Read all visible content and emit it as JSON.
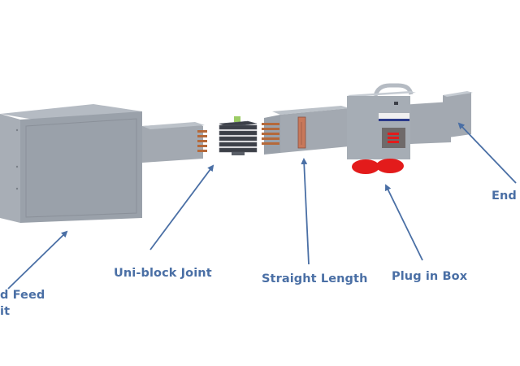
{
  "diagram": {
    "title": "Busbar trunking system components",
    "accent_color": "#4a6fa5",
    "components": [
      {
        "id": "end-feed-unit",
        "label_line1": "d Feed",
        "label_line2": "it",
        "full_name": "End Feed Unit"
      },
      {
        "id": "uni-block-joint",
        "label": "Uni-block Joint"
      },
      {
        "id": "straight-length",
        "label": "Straight Length"
      },
      {
        "id": "plug-in-box",
        "label": "Plug in Box"
      },
      {
        "id": "end-cap",
        "label": "End",
        "full_name": "End Cap"
      }
    ],
    "colors": {
      "housing": "#9aa1aa",
      "housing_light": "#b5bbc3",
      "housing_dark": "#8a9099",
      "copper": "#b5693a",
      "joint_dark": "#3c4048",
      "plug_red": "#e31b1b",
      "arrow": "#4a6fa5"
    }
  }
}
